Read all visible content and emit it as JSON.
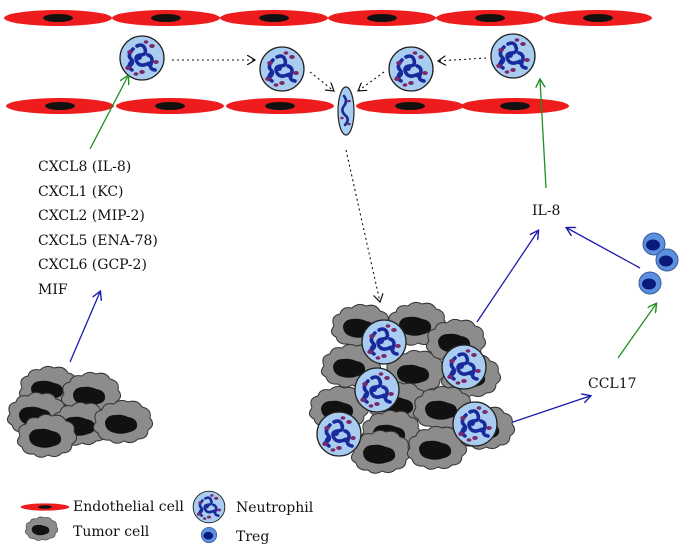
{
  "chemokines": [
    "CXCL8 (IL-8)",
    "CXCL1 (KC)",
    "CXCL2 (MIP-2)",
    "CXCL5 (ENA-78)",
    "CXCL6 (GCP-2)",
    "MIF"
  ],
  "labels": {
    "il8": "IL-8",
    "ccl17": "CCL17"
  },
  "legend": {
    "endothelial": "Endothelial cell",
    "tumor": "Tumor cell",
    "neutrophil": "Neutrophil",
    "treg": "Treg"
  },
  "colors": {
    "endothelial": "#ee1c1c",
    "tumor_fill": "#8c8c8c",
    "tumor_nucleus": "#111111",
    "neutrophil_fill": "#a9cdf0",
    "neutrophil_nucleus": "#1a2a9c",
    "granule": "#7a2a6a",
    "treg_fill": "#5b8fe0",
    "treg_nucleus": "#0a1a7a",
    "arrow_blue": "#1a1ab0",
    "arrow_green": "#1f8f1f"
  }
}
